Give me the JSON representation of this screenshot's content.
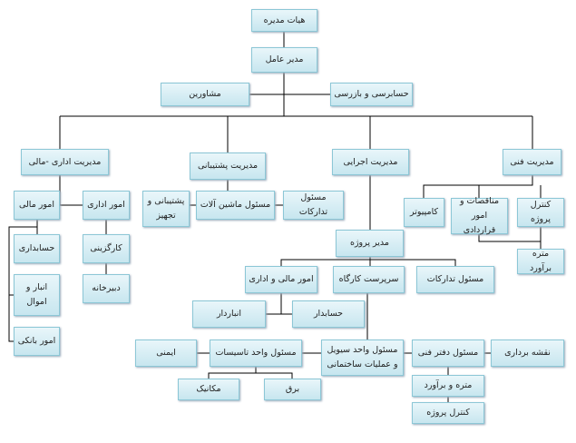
{
  "nodes": {
    "board": "هیات مدیره",
    "ceo": "مدیر عامل",
    "advisors": "مشاورین",
    "audit": "حسابرسی و بازرسی",
    "admin_finance": "مدیریت اداری -مالی",
    "support": "مدیریت پشتیبانی",
    "executive": "مدیریت اجرایی",
    "technical": "مدیریت فنی",
    "finance_affairs": "امور مالی",
    "admin_affairs": "امور اداری",
    "accounting": "حسابداری",
    "personnel": "کارگزینی",
    "secretariat": "دبیرخانه",
    "warehouse_assets": "انبار و اموال",
    "banking": "امور بانکی",
    "support_equip": "پشتیبانی و تجهیز",
    "machinery": "مسئول ماشین آلات",
    "procurement": "مسئول تدارکات",
    "computer": "کامپیوتر",
    "tenders": "مناقصات و امور قراردادی",
    "project_control": "کنترل پروژه",
    "quantity_estimate": "متره برآورد",
    "project_manager": "مدیر پروژه",
    "pm_finance_admin": "امور مالی و اداری",
    "site_supervisor": "سرپرست کارگاه",
    "pm_procurement": "مسئول تدارکات",
    "storekeeper": "انباردار",
    "accountant": "حسابدار",
    "safety": "ایمنی",
    "facilities": "مسئول واحد تاسیسات",
    "civil": "مسئول واحد سیویل و عملیات ساختمانی",
    "tech_office": "مسئول دفتر فنی",
    "surveying": "نقشه برداری",
    "mechanical": "مکانیک",
    "electrical": "برق",
    "tech_quantity": "متره و برآورد",
    "tech_control": "کنترل پروژه"
  }
}
